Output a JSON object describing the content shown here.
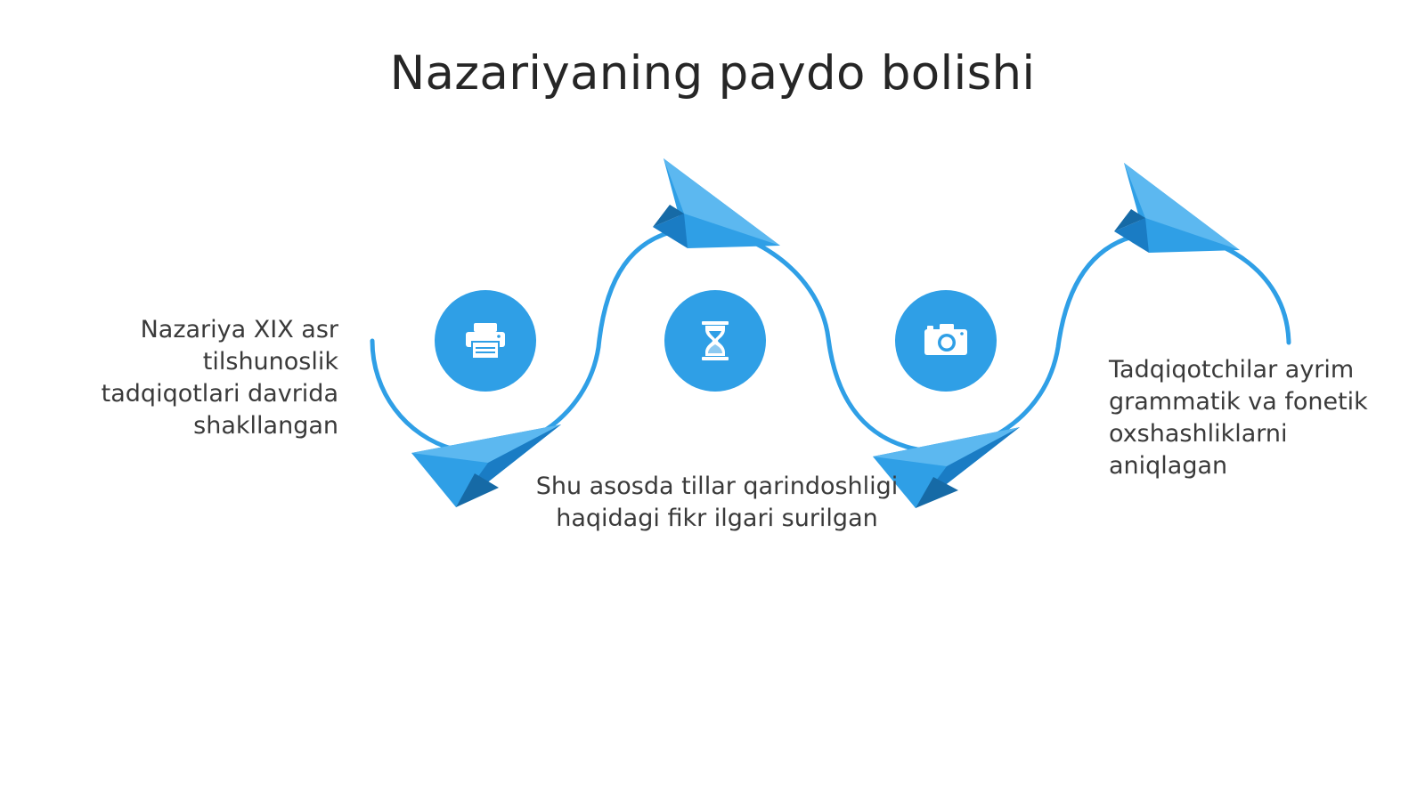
{
  "slide": {
    "title": "Nazariyaning paydo bolishi"
  },
  "steps": [
    {
      "icon": "printer-icon",
      "text": "Nazariya XIX asr tilshunoslik tadqiqotlari davrida shakllangan"
    },
    {
      "icon": "hourglass-icon",
      "text": "Shu asosda tillar qarindoshligi haqidagi fikr ilgari surilgan"
    },
    {
      "icon": "camera-icon",
      "text": "Tadqiqotchilar ayrim grammatik va fonetik oxshashliklarni aniqlagan"
    }
  ],
  "colors": {
    "accent": "#2f9fe6",
    "accent_light": "#5cb8f0",
    "accent_dark": "#1a7cc4",
    "text": "#3a3a3a",
    "title": "#262626"
  }
}
